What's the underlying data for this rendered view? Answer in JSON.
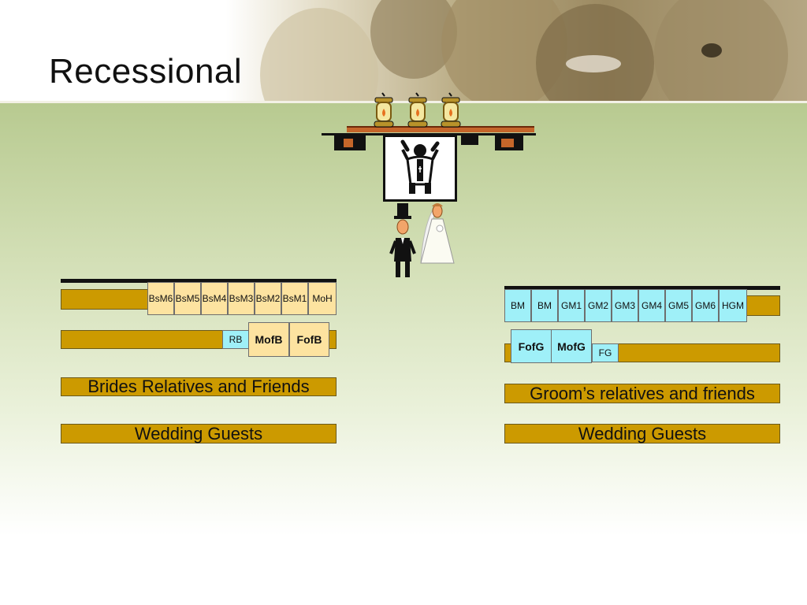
{
  "slide": {
    "title": "Recessional"
  },
  "brides_side": {
    "bridesmaids": [
      "BsM6",
      "BsM5",
      "BsM4",
      "BsM3",
      "BsM2",
      "BsM1",
      "MoH"
    ],
    "ring_bearer": "RB",
    "parents": [
      "MofB",
      "FofB"
    ],
    "relatives_label": "Brides Relatives and Friends",
    "guests_label": "Wedding Guests"
  },
  "grooms_side": {
    "groomsmen": [
      "BM",
      "BM",
      "GM1",
      "GM2",
      "GM3",
      "GM4",
      "GM5",
      "GM6",
      "HGM"
    ],
    "parents": [
      "FofG",
      "MofG"
    ],
    "flower_girl": "FG",
    "relatives_label": "Groom’s relatives and friends",
    "guests_label": "Wedding Guests"
  },
  "colors": {
    "bar": "#cc9a00",
    "attendant": "#fde3a0",
    "groom_party": "#9ff0f8"
  },
  "icons": [
    "lantern-icon",
    "officiant-icon",
    "groom-figure-icon",
    "bride-figure-icon"
  ]
}
